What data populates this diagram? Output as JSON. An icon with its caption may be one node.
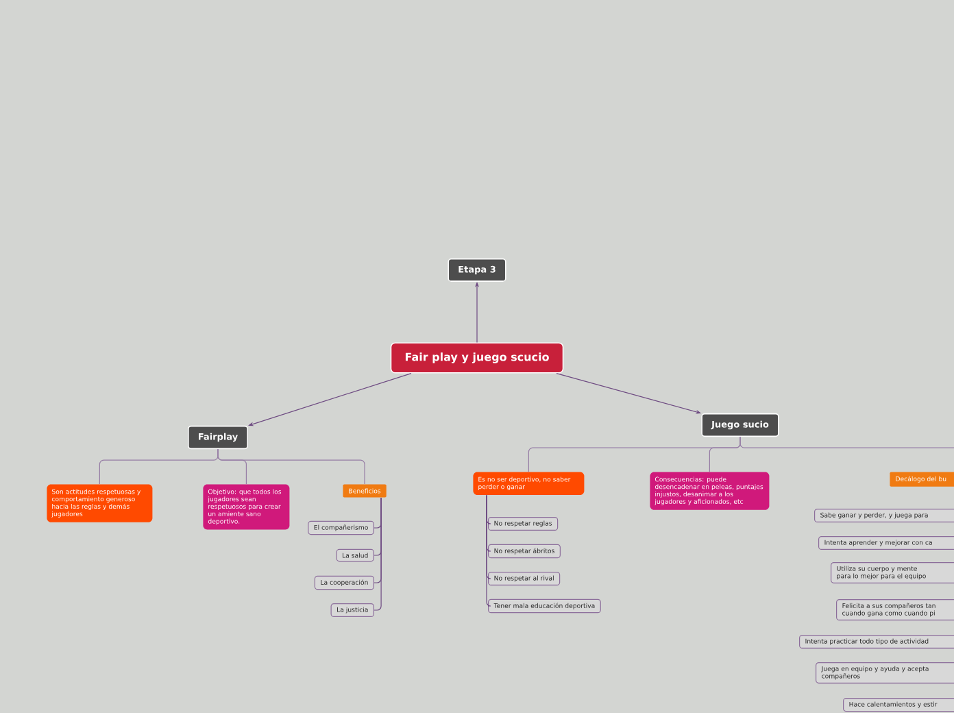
{
  "diagram": {
    "nodes": [
      {
        "text": [
          "Etapa 3"
        ]
      },
      {
        "text": [
          "Fair play y juego scucio"
        ]
      },
      {
        "text": [
          "Fairplay"
        ]
      },
      {
        "text": [
          "Son actitudes respetuosas y comportamiento generoso hacia las reglas y demás jugadores"
        ]
      },
      {
        "text": [
          "Objetivo: que todos los jugadores sean respetuosos para crear un amiente sano deportivo."
        ]
      },
      {
        "text": [
          "Beneficios"
        ]
      },
      {
        "text": [
          "El compañerismo"
        ]
      },
      {
        "text": [
          "La salud"
        ]
      },
      {
        "text": [
          "La cooperación"
        ]
      },
      {
        "text": [
          "La justicia"
        ]
      },
      {
        "text": [
          "Juego sucio"
        ]
      },
      {
        "text": [
          "Es no ser deportivo, no saber perder o ganar"
        ]
      },
      {
        "text": [
          "Consecuencias: puede desencadenar en peleas, puntajes injustos, desanimar a los jugadores y aficionados, etc"
        ]
      },
      {
        "text": [
          "Decálogo del bu"
        ]
      },
      {
        "text": [
          "No respetar reglas"
        ]
      },
      {
        "text": [
          "No respetar ábritos"
        ]
      },
      {
        "text": [
          "No respetar al rival"
        ]
      },
      {
        "text": [
          "Tener mala educación deportiva"
        ]
      },
      {
        "text": [
          "Sabe ganar y perder, y juega para"
        ]
      },
      {
        "text": [
          "Intenta aprender y mejorar con ca"
        ]
      },
      {
        "text": [
          "Utiliza su cuerpo y mente para lo mejor para el equipo"
        ]
      },
      {
        "text": [
          "Felicita a sus compañeros tan cuando gana como cuando pi"
        ]
      },
      {
        "text": [
          "Intenta practicar todo tipo de actividad"
        ]
      },
      {
        "text": [
          "Juega en equipo y ayuda y acepta compañeros"
        ]
      },
      {
        "text": [
          "Hace calentamientos y estir"
        ]
      }
    ],
    "edges": [
      {
        "from": 1,
        "to": 0,
        "arrow": "to"
      },
      {
        "from": 1,
        "to": 2,
        "arrow": "to"
      },
      {
        "from": 1,
        "to": 10,
        "arrow": "to"
      },
      {
        "from": 2,
        "to": 3,
        "arrow": "none"
      },
      {
        "from": 2,
        "to": 4,
        "arrow": "none"
      },
      {
        "from": 2,
        "to": 5,
        "arrow": "none"
      },
      {
        "from": 5,
        "to": 6,
        "arrow": "none"
      },
      {
        "from": 5,
        "to": 7,
        "arrow": "none"
      },
      {
        "from": 5,
        "to": 8,
        "arrow": "none"
      },
      {
        "from": 5,
        "to": 9,
        "arrow": "none"
      },
      {
        "from": 10,
        "to": 11,
        "arrow": "none"
      },
      {
        "from": 10,
        "to": 12,
        "arrow": "none"
      },
      {
        "from": 10,
        "to": 13,
        "arrow": "none"
      },
      {
        "from": 11,
        "to": 14,
        "arrow": "none"
      },
      {
        "from": 11,
        "to": 15,
        "arrow": "none"
      },
      {
        "from": 11,
        "to": 16,
        "arrow": "none"
      },
      {
        "from": 11,
        "to": 17,
        "arrow": "none"
      }
    ]
  }
}
